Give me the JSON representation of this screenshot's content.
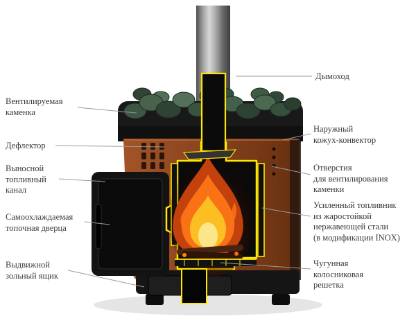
{
  "diagram": {
    "subject": "Cutaway view of a sauna wood-burning stove with part callouts",
    "colors": {
      "accent_cut_yellow": "#ffe600",
      "body_terracotta": "#8a4420",
      "stone_green": "#3c5743",
      "flame_orange": "#f97316",
      "label_text": "#3a3a3a",
      "leader_line": "#9a9a9a",
      "metal_pipe_gray": "#b0b0b0",
      "stove_black": "#161616"
    }
  },
  "labels": {
    "left": [
      {
        "id": "ventilated-stones",
        "text": "Вентилируемая\nкаменка"
      },
      {
        "id": "deflector",
        "text": "Дефлектор"
      },
      {
        "id": "fuel-channel",
        "text": "Выносной\nтопливный\nканал"
      },
      {
        "id": "self-cooling-door",
        "text": "Самоохлаждаемая\nтопочная дверца"
      },
      {
        "id": "ash-box",
        "text": "Выдвижной\nзольный ящик"
      }
    ],
    "right": [
      {
        "id": "chimney",
        "text": "Дымоход"
      },
      {
        "id": "outer-convector",
        "text": "Наружный\nкожух-конвектор"
      },
      {
        "id": "vent-holes",
        "text": "Отверстия\nдля вентилирования\nкаменки"
      },
      {
        "id": "firebox",
        "text": "Усиленный топливник\nиз жаростойкой\nнержавеющей стали\n(в модификации INOX)"
      },
      {
        "id": "cast-iron-grate",
        "text": "Чугунная\nколосниковая\nрешетка"
      }
    ]
  }
}
